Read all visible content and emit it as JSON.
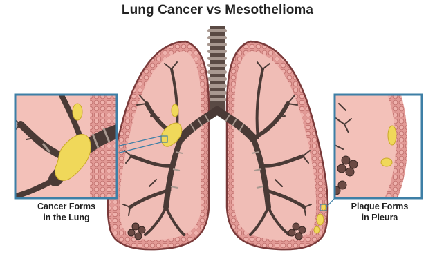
{
  "title": "Lung Cancer vs Mesothelioma",
  "callouts": {
    "left": {
      "line1": "Cancer Forms",
      "line2": "in the Lung"
    },
    "right": {
      "line1": "Plaque Forms",
      "line2": "in Pleura"
    }
  },
  "colors": {
    "lung_fill": "#e9a3a0",
    "lung_outline": "#7a3a3a",
    "bronchi": "#4a3a36",
    "tumor": "#f0d85a",
    "callout_border": "#3d7fa6",
    "title_text": "#222222"
  }
}
